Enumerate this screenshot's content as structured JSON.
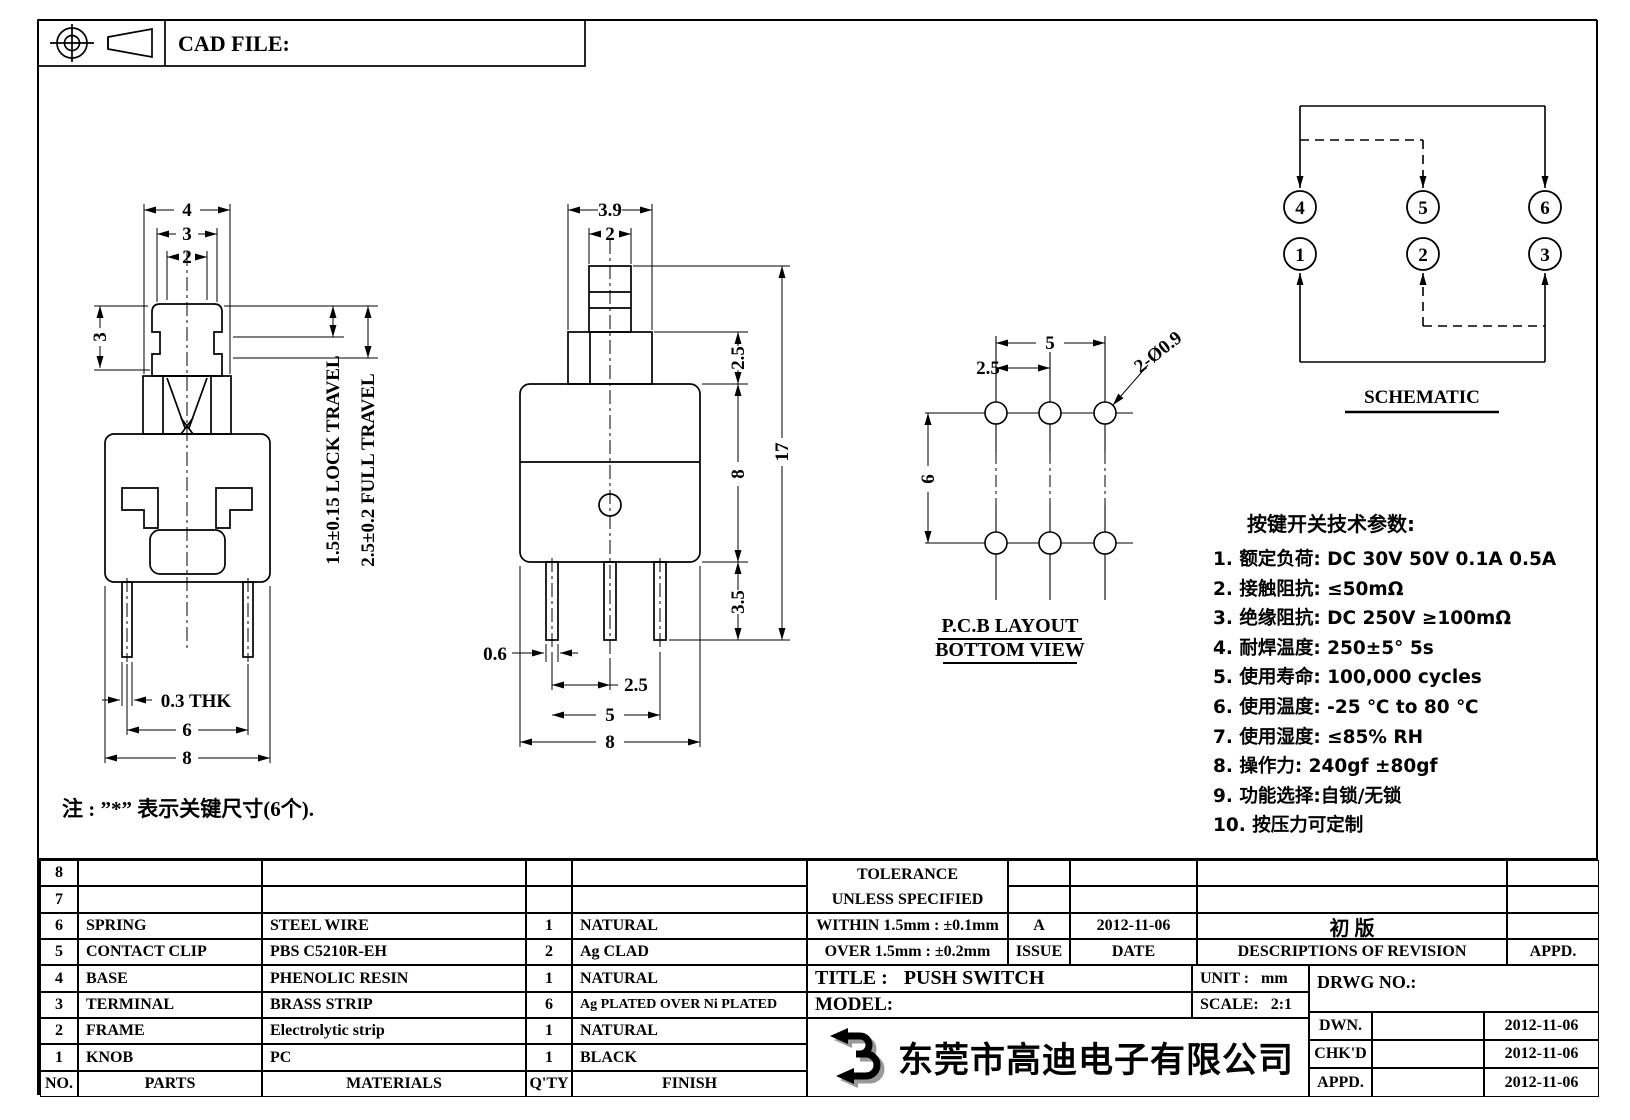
{
  "sheet": {
    "cad_file_label": "CAD FILE:"
  },
  "dims": {
    "front": {
      "w4": "4",
      "w3": "3",
      "w2": "2",
      "h3": "3",
      "lock": "1.5±0.15 LOCK TRAVEL",
      "full": "2.5±0.2 FULL TRAVEL",
      "thk": "0.3 THK",
      "w6": "6",
      "w8": "8"
    },
    "side": {
      "w39": "3.9",
      "w2": "2",
      "h25": "2.5",
      "h8": "8",
      "h35": "3.5",
      "h17": "17",
      "w06": "0.6",
      "w25": "2.5",
      "w5": "5",
      "w8": "8"
    },
    "pcb": {
      "w5": "5",
      "w25": "2.5",
      "h6": "6",
      "hole": "2-Ø0.9"
    }
  },
  "pcb": {
    "caption1": "P.C.B LAYOUT",
    "caption2": "BOTTOM VIEW"
  },
  "schematic": {
    "caption": "SCHEMATIC",
    "pins": [
      "4",
      "5",
      "6",
      "1",
      "2",
      "3"
    ]
  },
  "note": "注 : ”*” 表示关键尺寸(6个).",
  "params": {
    "title": "按键开关技术参数:",
    "items": [
      "1.  额定负荷: DC 30V 50V    0.1A  0.5A",
      "2.  接触阻抗: ≤50mΩ",
      "3.  绝缘阻抗: DC 250V  ≥100mΩ",
      "4.  耐焊温度: 250±5°   5s",
      "5.  使用寿命: 100,000 cycles",
      "6.  使用温度: -25 ℃  to 80 ℃",
      "7.  使用湿度: ≤85% RH",
      "8.  操作力: 240gf  ±80gf",
      "9.  功能选择:自锁/无锁",
      "10. 按压力可定制"
    ]
  },
  "parts_table": {
    "headers": [
      "NO.",
      "PARTS",
      "MATERIALS",
      "Q'TY",
      "FINISH"
    ],
    "rows": [
      {
        "no": "8",
        "part": "",
        "material": "",
        "qty": "",
        "finish": ""
      },
      {
        "no": "7",
        "part": "",
        "material": "",
        "qty": "",
        "finish": ""
      },
      {
        "no": "6",
        "part": "SPRING",
        "material": "STEEL WIRE",
        "qty": "1",
        "finish": "NATURAL"
      },
      {
        "no": "5",
        "part": "CONTACT CLIP",
        "material": "PBS C5210R-EH",
        "qty": "2",
        "finish": "Ag CLAD"
      },
      {
        "no": "4",
        "part": "BASE",
        "material": "PHENOLIC RESIN",
        "qty": "1",
        "finish": "NATURAL"
      },
      {
        "no": "3",
        "part": "TERMINAL",
        "material": "BRASS STRIP",
        "qty": "6",
        "finish": "Ag PLATED OVER Ni PLATED"
      },
      {
        "no": "2",
        "part": "FRAME",
        "material": "Electrolytic strip",
        "qty": "1",
        "finish": "NATURAL"
      },
      {
        "no": "1",
        "part": "KNOB",
        "material": "PC",
        "qty": "1",
        "finish": "BLACK"
      }
    ]
  },
  "tolerance": {
    "line1": "TOLERANCE",
    "line2": "UNLESS  SPECIFIED",
    "within": "WITHIN 1.5mm : ±0.1mm",
    "over": "OVER 1.5mm : ±0.2mm",
    "issue_value": "A",
    "issue_label": "ISSUE",
    "date_value": "2012-11-06",
    "date_label": "DATE",
    "revision_desc": "初 版",
    "revision_label": "DESCRIPTIONS OF REVISION",
    "appd_label": "APPD."
  },
  "title_block": {
    "title_label": "TITLE :",
    "title_value": "PUSH SWITCH",
    "model_label": "MODEL:",
    "unit_label": "UNIT :",
    "unit_value": "mm",
    "scale_label": "SCALE:",
    "scale_value": "2:1",
    "drwg_label": "DRWG NO.:",
    "company": "东莞市高迪电子有限公司",
    "sign_rows": [
      {
        "label": "DWN.",
        "value": "",
        "date": "2012-11-06"
      },
      {
        "label": "CHK'D",
        "value": "",
        "date": "2012-11-06"
      },
      {
        "label": "APPD.",
        "value": "",
        "date": "2012-11-06"
      }
    ]
  },
  "colors": {
    "line": "#000000",
    "paper": "#ffffff",
    "logo_shadow": "#999999"
  }
}
